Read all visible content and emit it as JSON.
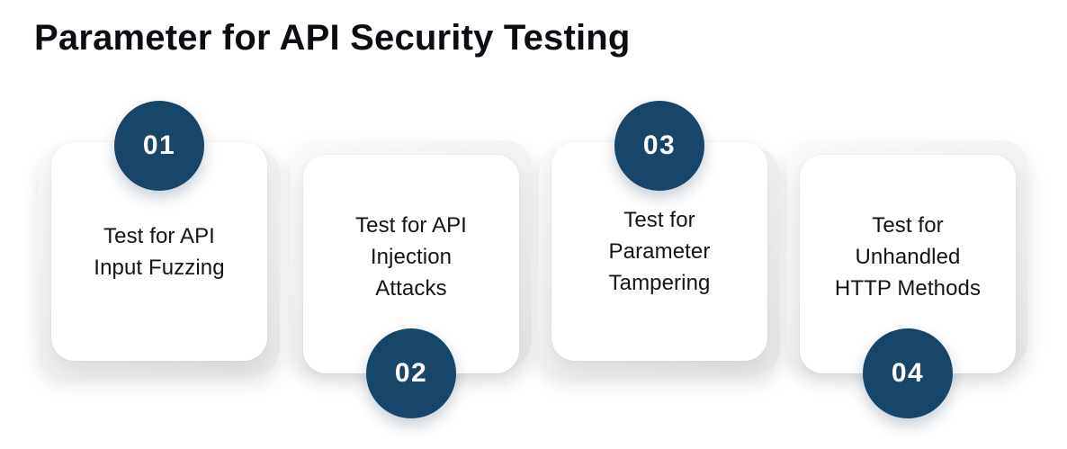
{
  "title": "Parameter for API Security Testing",
  "colors": {
    "background": "#ffffff",
    "title_text": "#0c0d12",
    "card_bg": "#ffffff",
    "card_back_layer": "#ececec",
    "card_text": "#141414",
    "badge_bg": "#17466b",
    "badge_text": "#ffffff"
  },
  "steps": [
    {
      "number": "01",
      "badge_position": "top",
      "label": "Test for API Input Fuzzing",
      "lines": [
        "Test for API",
        "Input Fuzzing"
      ]
    },
    {
      "number": "02",
      "badge_position": "bottom",
      "label": "Test for API Injection Attacks",
      "lines": [
        "Test for API",
        "Injection",
        "Attacks"
      ]
    },
    {
      "number": "03",
      "badge_position": "top",
      "label": "Test for Parameter Tampering",
      "lines": [
        "Test for",
        "Parameter",
        "Tampering"
      ]
    },
    {
      "number": "04",
      "badge_position": "bottom",
      "label": "Test for Unhandled HTTP Methods",
      "lines": [
        "Test for",
        "Unhandled",
        "HTTP Methods"
      ]
    }
  ]
}
